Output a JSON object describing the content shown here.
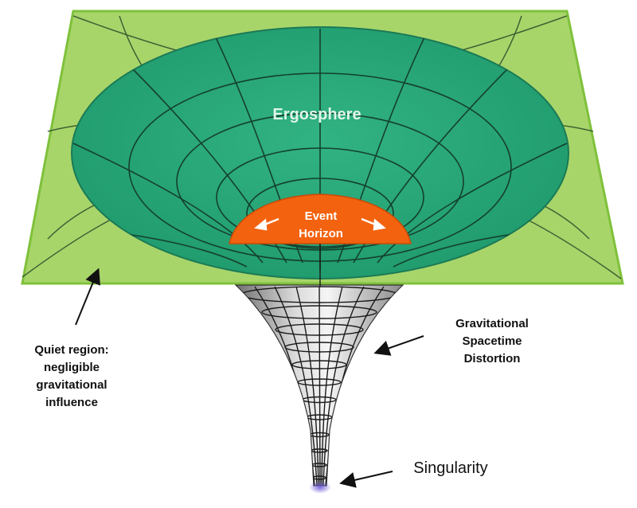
{
  "labels": {
    "ergosphere": "Ergosphere",
    "event_horizon_line1": "Event",
    "event_horizon_line2": "Horizon",
    "quiet_region": [
      "Quiet region:",
      "negligible",
      "gravitational",
      "influence"
    ],
    "distortion": [
      "Gravitational",
      "Spacetime",
      "Distortion"
    ],
    "singularity": "Singularity"
  },
  "colors": {
    "plane_fill": "#a8d56a",
    "plane_edge": "#7fc13b",
    "ergosphere_fill": "#2eaa7c",
    "ergosphere_dark": "#1f8e66",
    "horizon_fill": "#f2620f",
    "funnel_light": "#f4f4f4",
    "funnel_dark": "#7a7a7a",
    "grid_line": "#1f3a2a",
    "text": "#111111"
  }
}
